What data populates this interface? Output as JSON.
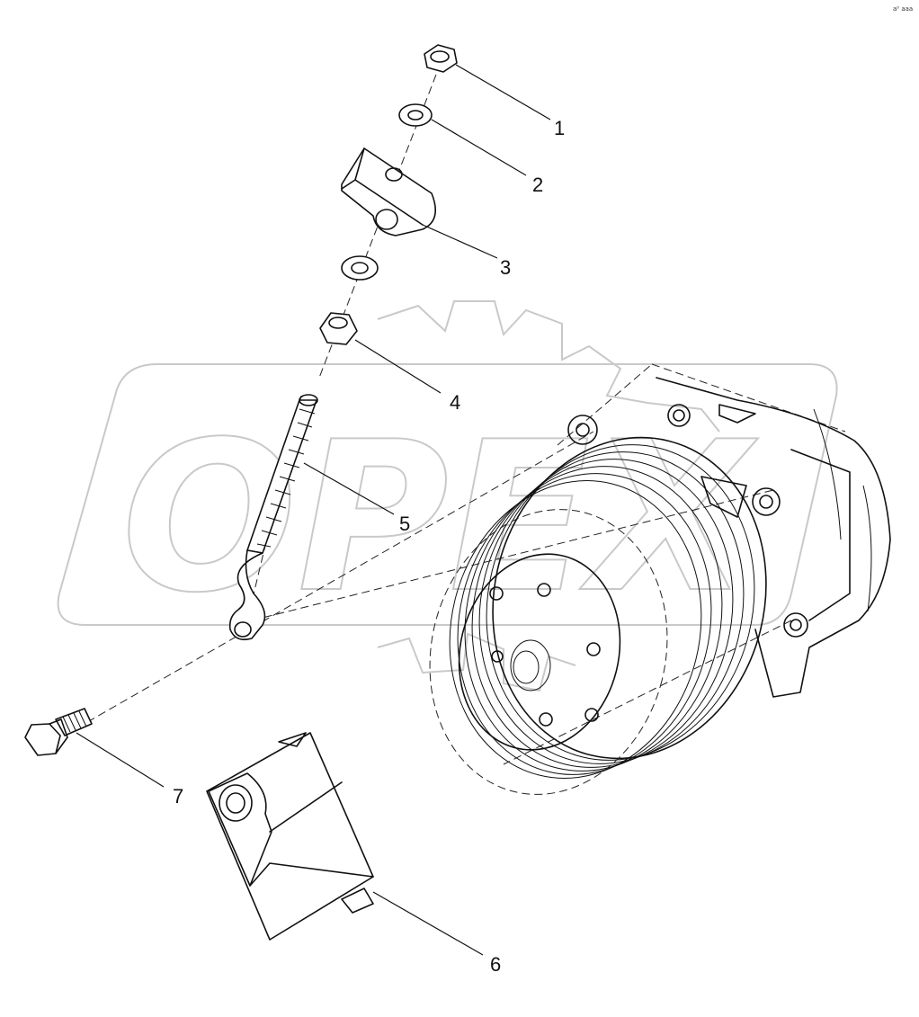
{
  "corner_code": "a⁰ aaa",
  "watermark_text": "OPEX",
  "callouts": [
    {
      "label": "1",
      "part": "nut"
    },
    {
      "label": "2",
      "part": "washer"
    },
    {
      "label": "3",
      "part": "spacer-block"
    },
    {
      "label": "4",
      "part": "nut"
    },
    {
      "label": "5",
      "part": "threaded-eye-rod"
    },
    {
      "label": "6",
      "part": "bracket"
    },
    {
      "label": "7",
      "part": "flange-bolt"
    }
  ]
}
